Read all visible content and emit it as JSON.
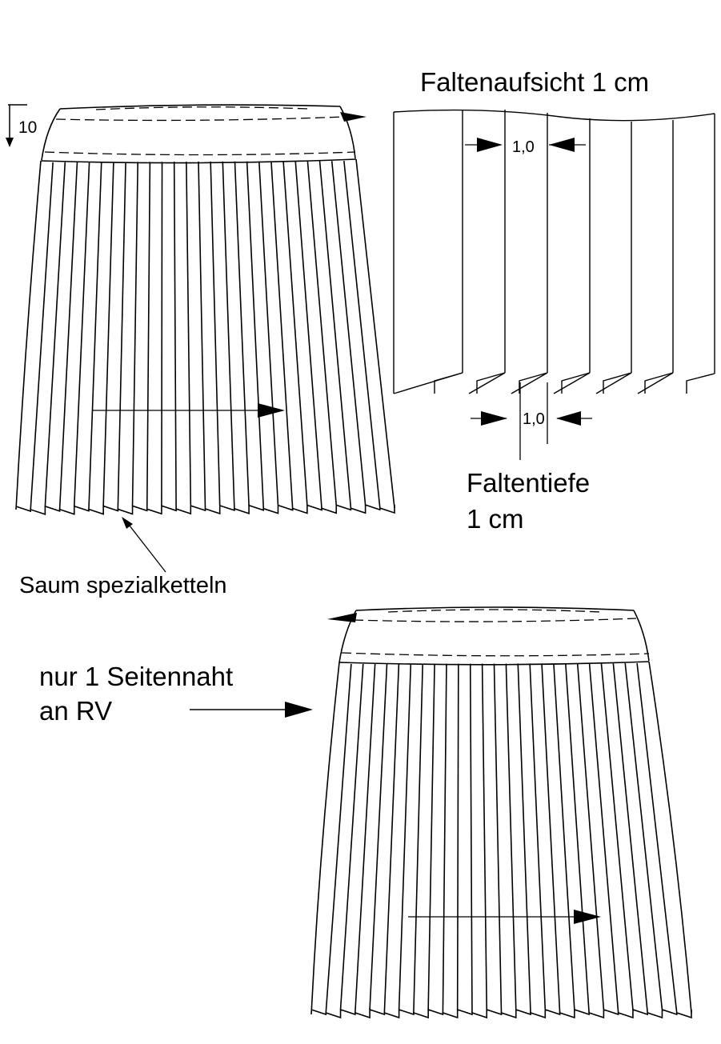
{
  "labels": {
    "waist_drop": "10",
    "pleat_top_view_title": "Faltenaufsicht 1 cm",
    "pleat_width_top": "1,0",
    "pleat_width_bottom": "1,0",
    "pleat_depth_line1": "Faltentiefe",
    "pleat_depth_line2": "1 cm",
    "hem_note": "Saum spezialketteln",
    "side_seam_line1": "nur 1 Seitennaht",
    "side_seam_line2": "an RV"
  },
  "colors": {
    "line": "#000000",
    "background": "#ffffff"
  }
}
